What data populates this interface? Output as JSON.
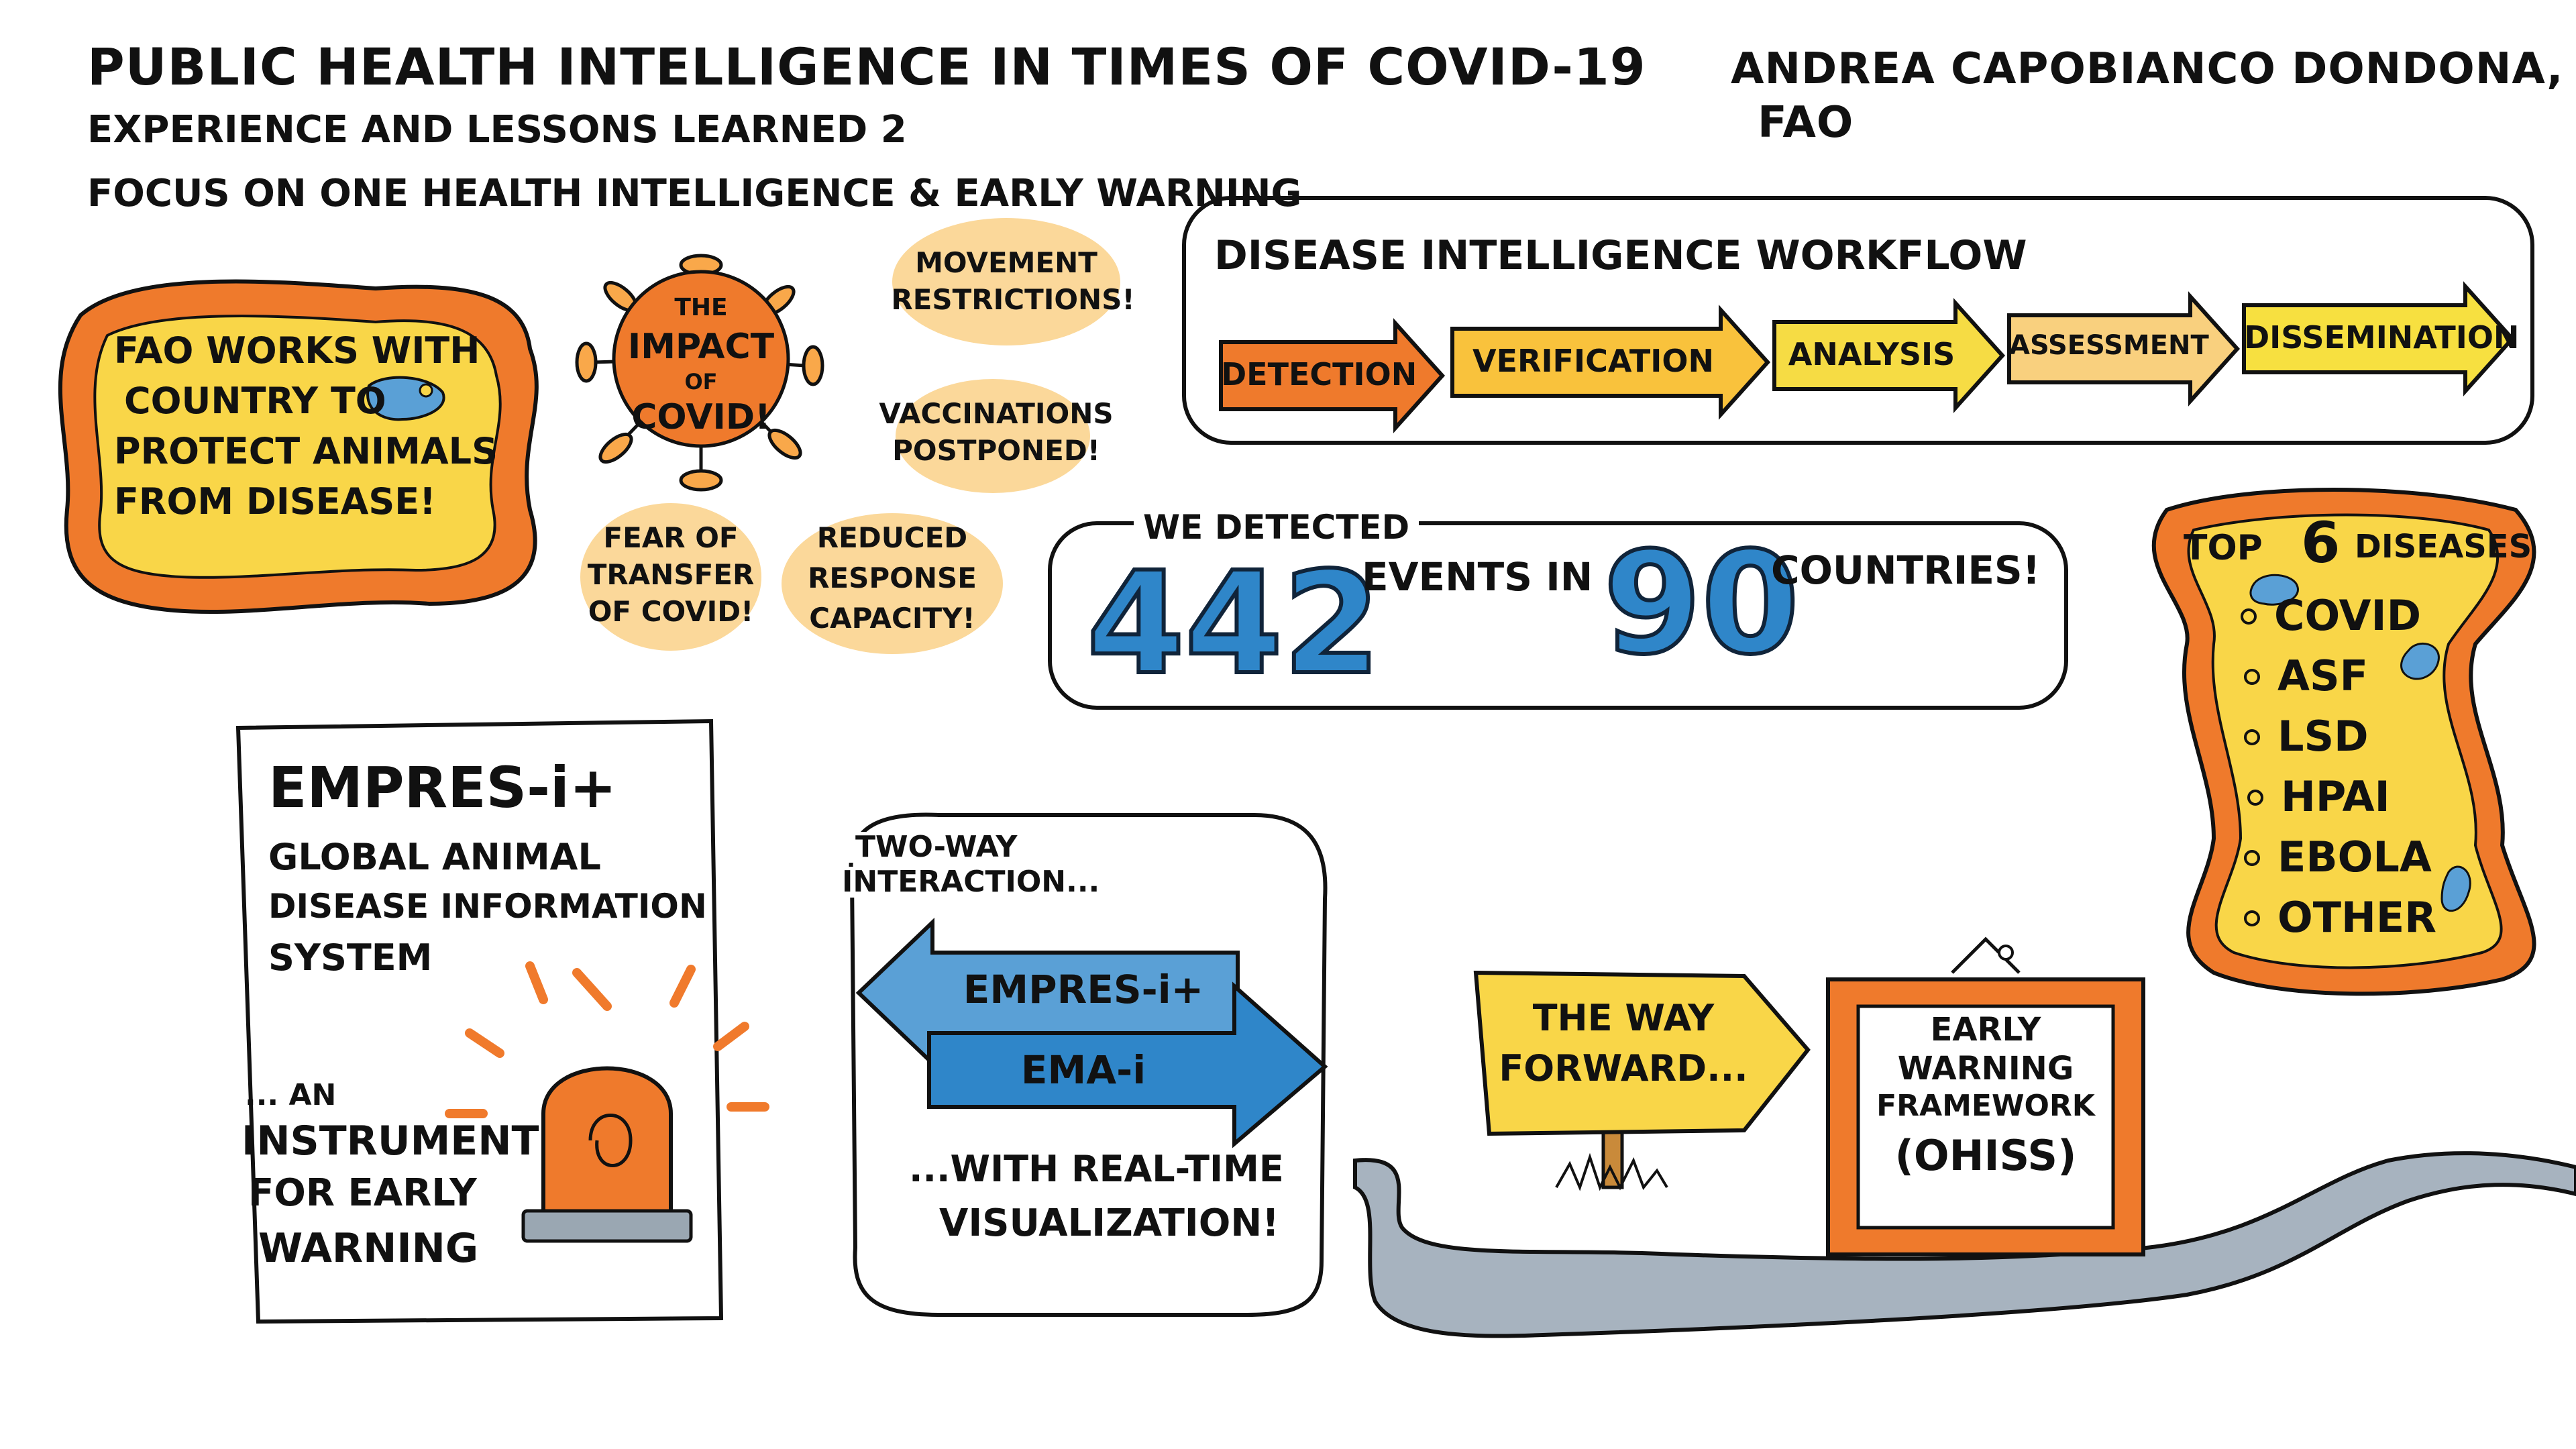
{
  "header": {
    "title": "PUBLIC HEALTH INTELLIGENCE IN TIMES OF COVID-19",
    "subtitle": "EXPERIENCE AND LESSONS LEARNED 2",
    "focus": "FOCUS ON ONE HEALTH INTELLIGENCE & EARLY WARNING",
    "author": "ANDREA CAPOBIANCO DONDONA,",
    "organization": "FAO"
  },
  "fao_blob": {
    "line1": "FAO WORKS WITH",
    "line2": "COUNTRY TO",
    "line3": "PROTECT ANIMALS",
    "line4": "FROM DISEASE!"
  },
  "covid": {
    "line1": "THE",
    "line2": "IMPACT",
    "line3": "OF",
    "line4": "COVID!"
  },
  "impacts": [
    {
      "line1": "MOVEMENT",
      "line2": "RESTRICTIONS!"
    },
    {
      "line1": "VACCINATIONS",
      "line2": "POSTPONED!"
    },
    {
      "line1": "FEAR OF",
      "line2": "TRANSFER",
      "line3": "OF COVID!"
    },
    {
      "line1": "REDUCED",
      "line2": "RESPONSE",
      "line3": "CAPACITY!"
    }
  ],
  "workflow": {
    "title": "DISEASE INTELLIGENCE WORKFLOW",
    "steps": [
      "DETECTION",
      "VERIFICATION",
      "ANALYSIS",
      "ASSESSMENT",
      "DISSEMINATION"
    ],
    "colors": [
      "#ef7a2c",
      "#f9c23c",
      "#f6dc44",
      "#f9d07e",
      "#f7e040"
    ]
  },
  "stats": {
    "intro": "WE DETECTED",
    "events_count": "442",
    "events_label": "EVENTS IN",
    "countries_count": "90",
    "countries_label": "COUNTRIES!"
  },
  "top_diseases": {
    "title_pre": "TOP",
    "title_num": "6",
    "title_post": "DISEASES",
    "items": [
      "COVID",
      "ASF",
      "LSD",
      "HPAI",
      "EBOLA",
      "OTHER"
    ]
  },
  "empres": {
    "title": "EMPRES-i+",
    "desc1": "GLOBAL ANIMAL",
    "desc2": "DISEASE INFORMATION",
    "desc3": "SYSTEM",
    "inst1": "... AN",
    "inst2": "INSTRUMENT",
    "inst3": "FOR EARLY",
    "inst4": "WARNING"
  },
  "interaction": {
    "top1": "TWO-WAY",
    "top2": "INTERACTION...",
    "arrow_left": "EMPRES-i+",
    "arrow_right": "EMA-i",
    "bottom1": "...WITH REAL-TIME",
    "bottom2": "VISUALIZATION!"
  },
  "way_forward": {
    "line1": "THE WAY",
    "line2": "FORWARD..."
  },
  "framework": {
    "line1": "EARLY",
    "line2": "WARNING",
    "line3": "FRAMEWORK",
    "line4": "(OHISS)"
  },
  "colors": {
    "orange": "#ef7a2c",
    "yellow": "#f9d648",
    "light_orange": "#fbd89a",
    "blue": "#2f86c9",
    "light_blue": "#5aa0d6",
    "river": "#a7b3bf"
  }
}
